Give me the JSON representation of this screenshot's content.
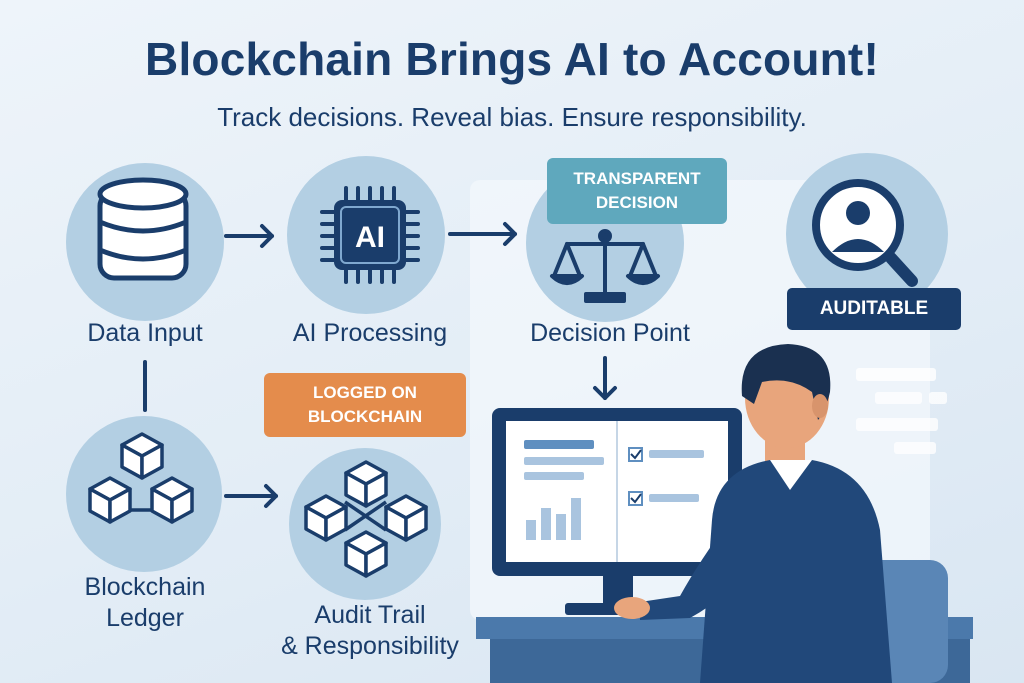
{
  "title": "Blockchain Brings AI to Account!",
  "subtitle": "Track decisions. Reveal bias. Ensure responsibility.",
  "nodes": {
    "data_input": {
      "label": "Data Input",
      "icon": "database-icon"
    },
    "ai_processing": {
      "label": "AI Processing",
      "icon": "ai-chip-icon",
      "chip_text": "AI"
    },
    "decision_point": {
      "label": "Decision Point",
      "icon": "scales-icon"
    },
    "auditable": {
      "label": "AUDITABLE",
      "icon": "magnifier-person-icon"
    },
    "blockchain_ledger": {
      "label_line1": "Blockchain",
      "label_line2": "Ledger",
      "icon": "cubes-icon"
    },
    "audit_trail": {
      "label_line1": "Audit Trail",
      "label_line2": "& Responsibility",
      "icon": "cube-network-icon"
    }
  },
  "tags": {
    "transparent_line1": "TRANSPARENT",
    "transparent_line2": "DECISION",
    "logged_line1": "LOGGED ON",
    "logged_line2": "BLOCKCHAIN"
  },
  "colors": {
    "navy": "#1a3d6b",
    "circle": "#b3cfe3",
    "teal": "#5fa8bd",
    "orange": "#e48c4c",
    "background": "#e3edf6"
  }
}
